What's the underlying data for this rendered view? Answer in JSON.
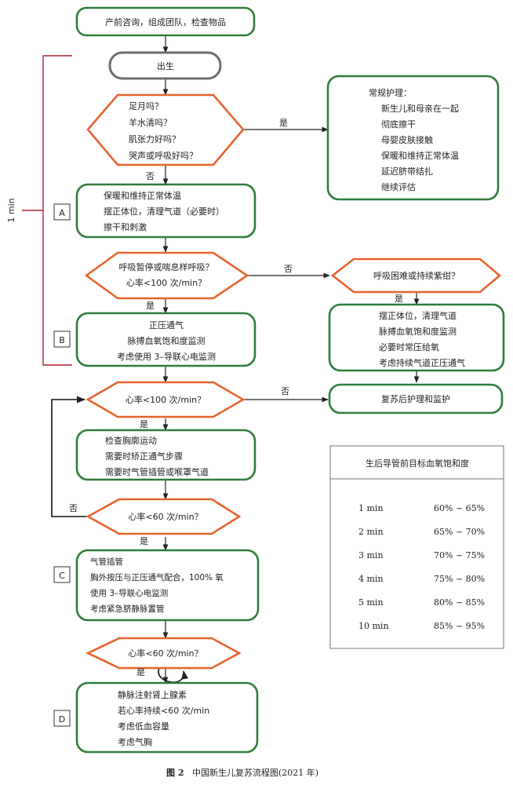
{
  "nodes": {
    "top": "产前咨询，组成团队，检查物品",
    "birth": "出生",
    "q1": [
      "足月吗？",
      "羊水清吗？",
      "肌张力好吗？",
      "哭声或呼吸好吗？"
    ],
    "routine_title": "常规护理：",
    "routine": [
      "新生儿和母亲在一起",
      "彻底擦干",
      "母婴皮肤接触",
      "保暖和维持正常体温",
      "延迟脐带结扎",
      "继续评估"
    ],
    "a_box": [
      "保暖和维持正常体温",
      "摆正体位，清理气道（必要时）",
      "擦干和刺激"
    ],
    "q2": [
      "呼吸暂停或喘息样呼吸？",
      "心率<100 次/min？"
    ],
    "q2r": "呼吸困难或持续紫绀？",
    "b_box": [
      "正压通气",
      "脉搏血氧饱和度监测",
      "考虑使用 3–导联心电监测"
    ],
    "r_box": [
      "摆正体位，清理气道",
      "脉搏血氧饱和度监测",
      "必要时常压给氧",
      "考虑持续气道正压通气"
    ],
    "q3": "心率<100 次/min？",
    "post": "复苏后护理和监护",
    "check_box": [
      "检查胸廓运动",
      "需要时矫正通气步骤",
      "需要时气管插管或喉罩气道"
    ],
    "q4": "心率<60 次/min？",
    "c_box": [
      "气管插管",
      "胸外按压与正压通气配合，100% 氧",
      "使用 3–导联心电监测",
      "考虑紧急脐静脉置管"
    ],
    "q5": "心率<60 次/min？",
    "d_box": [
      "静脉注射肾上腺素",
      "若心率持续<60 次/min",
      "考虑低血容量",
      "考虑气胸"
    ]
  },
  "labels": {
    "yes": "是",
    "no": "否",
    "step_a": "A",
    "step_b": "B",
    "step_c": "C",
    "step_d": "D",
    "time": "1 min"
  },
  "spo2_table": {
    "title": "生后导管前目标血氧饱和度",
    "rows": [
      {
        "time": "1 min",
        "range": "60% ~ 65%"
      },
      {
        "time": "2 min",
        "range": "65% ~ 70%"
      },
      {
        "time": "3 min",
        "range": "70% ~ 75%"
      },
      {
        "time": "4 min",
        "range": "75% ~ 80%"
      },
      {
        "time": "5 min",
        "range": "80% ~ 85%"
      },
      {
        "time": "10 min",
        "range": "85% ~ 95%"
      }
    ]
  },
  "caption": {
    "figure_no": "图 2",
    "text": "中国新生儿复苏流程图(2021 年)"
  },
  "colors": {
    "process_box": "#2f7d3a",
    "decision": "#e8622c",
    "start": "#6d6d6d",
    "bracket": "#b22234"
  }
}
